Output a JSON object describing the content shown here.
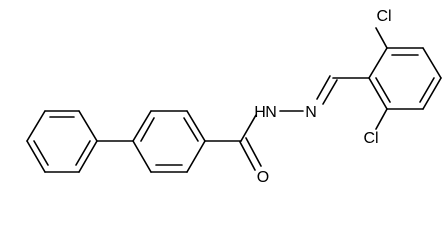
{
  "molecule": {
    "labels": {
      "hn": "H",
      "nh": "N",
      "n2": "N",
      "o": "O",
      "cl1": "Cl",
      "cl2": "Cl"
    },
    "colors": {
      "background": "#ffffff",
      "bond": "#000000",
      "text": "#000000"
    }
  }
}
